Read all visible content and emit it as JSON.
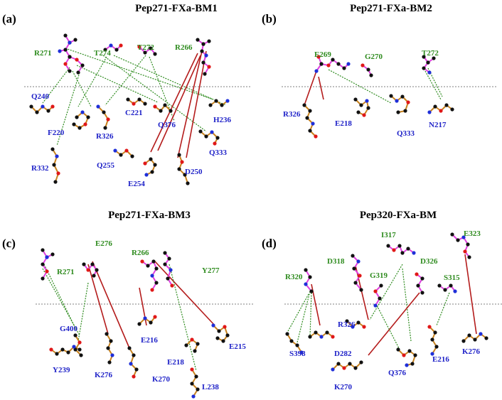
{
  "colors": {
    "ligand_label": "#2e8b1e",
    "receptor_label": "#1f22c8",
    "hbond": "#2e8b1e",
    "salt_bridge": "#b41c1c",
    "ligand_bond": "#e040e0",
    "receptor_bond": "#c8821e",
    "carbon": "#111111",
    "nitrogen": "#1f2fd8",
    "oxygen": "#e01818",
    "interface_line": "#555555"
  },
  "panels": [
    {
      "id": "a",
      "label": "(a)",
      "title": "Pep271-FXa-BM1",
      "ligand_residues": [
        "R271",
        "T274",
        "T272",
        "R266"
      ],
      "receptor_residues": [
        "Q240",
        "C221",
        "H236",
        "Q376",
        "F220",
        "R326",
        "Q333",
        "R332",
        "Q255",
        "D250",
        "E254"
      ]
    },
    {
      "id": "b",
      "label": "(b)",
      "title": "Pep271-FXa-BM2",
      "ligand_residues": [
        "E269",
        "G270",
        "T272"
      ],
      "receptor_residues": [
        "R326",
        "E218",
        "Q333",
        "N217"
      ]
    },
    {
      "id": "c",
      "label": "(c)",
      "title": "Pep271-FXa-BM3",
      "ligand_residues": [
        "R271",
        "E276",
        "R266",
        "Y277"
      ],
      "receptor_residues": [
        "G400",
        "E216",
        "E215",
        "E218",
        "Y239",
        "K276",
        "K270",
        "L238"
      ]
    },
    {
      "id": "d",
      "label": "(d)",
      "title": "Pep320-FXa-BM",
      "ligand_residues": [
        "I317",
        "E323",
        "D318",
        "D326",
        "R320",
        "G319",
        "S315"
      ],
      "receptor_residues": [
        "R326",
        "S398",
        "D282",
        "E216",
        "K276",
        "Q376",
        "K270"
      ]
    }
  ]
}
